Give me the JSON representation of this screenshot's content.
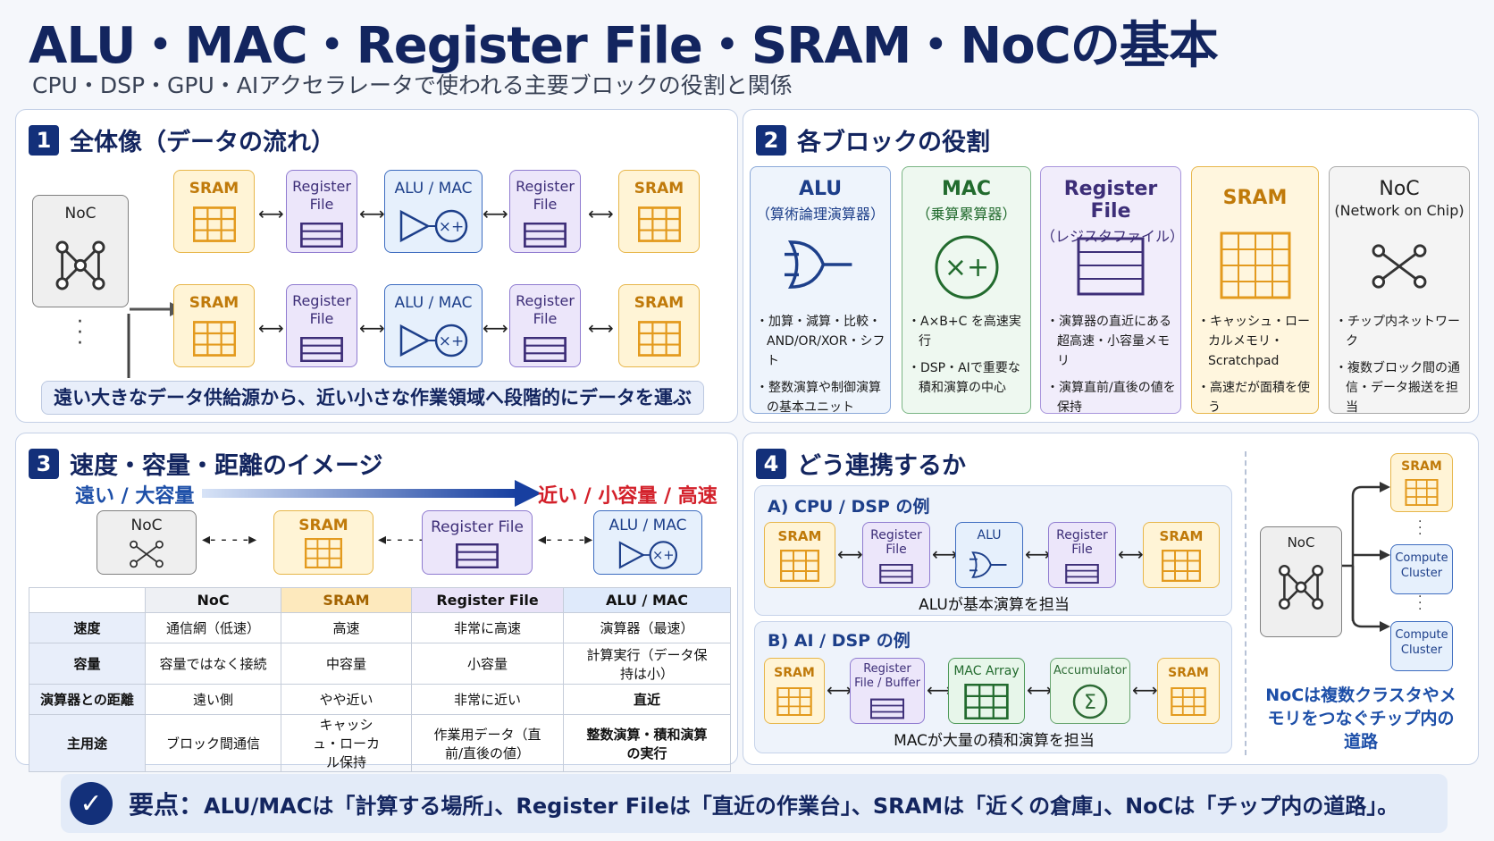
{
  "title": "ALU・MAC・Register File・SRAM・NoCの基本",
  "subtitle": "CPU・DSP・GPU・AIアクセラレータで使われる主要ブロックの役割と関係",
  "p1": {
    "num": "1",
    "heading": "全体像（データの流れ）",
    "noc": "NoC",
    "sram": "SRAM",
    "rf": "Register File",
    "alu": "ALU / MAC",
    "caption": "遠い大きなデータ供給源から、近い小さな作業領域へ段階的にデータを運ぶ"
  },
  "p2": {
    "num": "2",
    "heading": "各ブロックの役割",
    "roles": [
      {
        "title": "ALU",
        "sub": "（算術論理演算器）",
        "bullets": [
          "加算・減算・比較・AND/OR/XOR・シフト",
          "整数演算や制御演算の基本ユニット"
        ]
      },
      {
        "title": "MAC",
        "sub": "（乗算累算器）",
        "bullets": [
          "A×B+C を高速実行",
          "DSP・AIで重要な積和演算の中心"
        ]
      },
      {
        "title": "Register File",
        "sub": "（レジスタファイル）",
        "bullets": [
          "演算器の直近にある超高速・小容量メモリ",
          "演算直前/直後の値を保持"
        ]
      },
      {
        "title": "SRAM",
        "sub": "",
        "bullets": [
          "キャッシュ・ローカルメモリ・Scratchpad",
          "高速だが面積を使う"
        ]
      },
      {
        "title": "NoC",
        "sub": "(Network on Chip)",
        "bullets": [
          "チップ内ネットワーク",
          "複数ブロック間の通信・データ搬送を担当"
        ]
      }
    ]
  },
  "p3": {
    "num": "3",
    "heading": "速度・容量・距離のイメージ",
    "far": "遠い / 大容量",
    "near": "近い / 小容量 / 高速",
    "chain": [
      "NoC",
      "SRAM",
      "Register File",
      "ALU / MAC"
    ],
    "table": {
      "headers": [
        "",
        "NoC",
        "SRAM",
        "Register File",
        "ALU / MAC"
      ],
      "rows": [
        [
          "速度",
          "通信網（低速）",
          "高速",
          "非常に高速",
          "演算器（最速）"
        ],
        [
          "容量",
          "容量ではなく接続",
          "中容量",
          "小容量",
          "計算実行（データ保持は小）"
        ],
        [
          "演算器との距離",
          "遠い側",
          "やや近い",
          "非常に近い",
          "直近"
        ],
        [
          "主用途",
          "ブロック間通信",
          "キャッシュ・ローカル保持",
          "作業用データ（直前/直後の値）",
          "整数演算・積和演算の実行"
        ]
      ]
    }
  },
  "p4": {
    "num": "4",
    "heading": "どう連携するか",
    "a": {
      "title": "A) CPU / DSP の例",
      "blocks": [
        "SRAM",
        "Register File",
        "ALU",
        "Register File",
        "SRAM"
      ],
      "caption": "ALUが基本演算を担当"
    },
    "b": {
      "title": "B) AI / DSP の例",
      "blocks": [
        "SRAM",
        "Register File / Buffer",
        "MAC Array",
        "Accumulator",
        "SRAM"
      ],
      "caption": "MACが大量の積和演算を担当"
    },
    "noc": "NoC",
    "sram": "SRAM",
    "cluster": "Compute Cluster",
    "caption": "NoCは複数クラスタやメモリをつなぐチップ内の道路"
  },
  "footer": {
    "label": "要点：",
    "text": "ALU/MACは「計算する場所」、Register Fileは「直近の作業台」、SRAMは「近くの倉庫」、NoCは「チップ内の道路」。"
  },
  "colors": {
    "navy": "#13307a",
    "sram": "#e7b64a",
    "rf": "#8f7bd0",
    "alu": "#3d6cc0",
    "mac": "#4f9a5a",
    "noc": "#808080",
    "accent_red": "#d3202a"
  }
}
